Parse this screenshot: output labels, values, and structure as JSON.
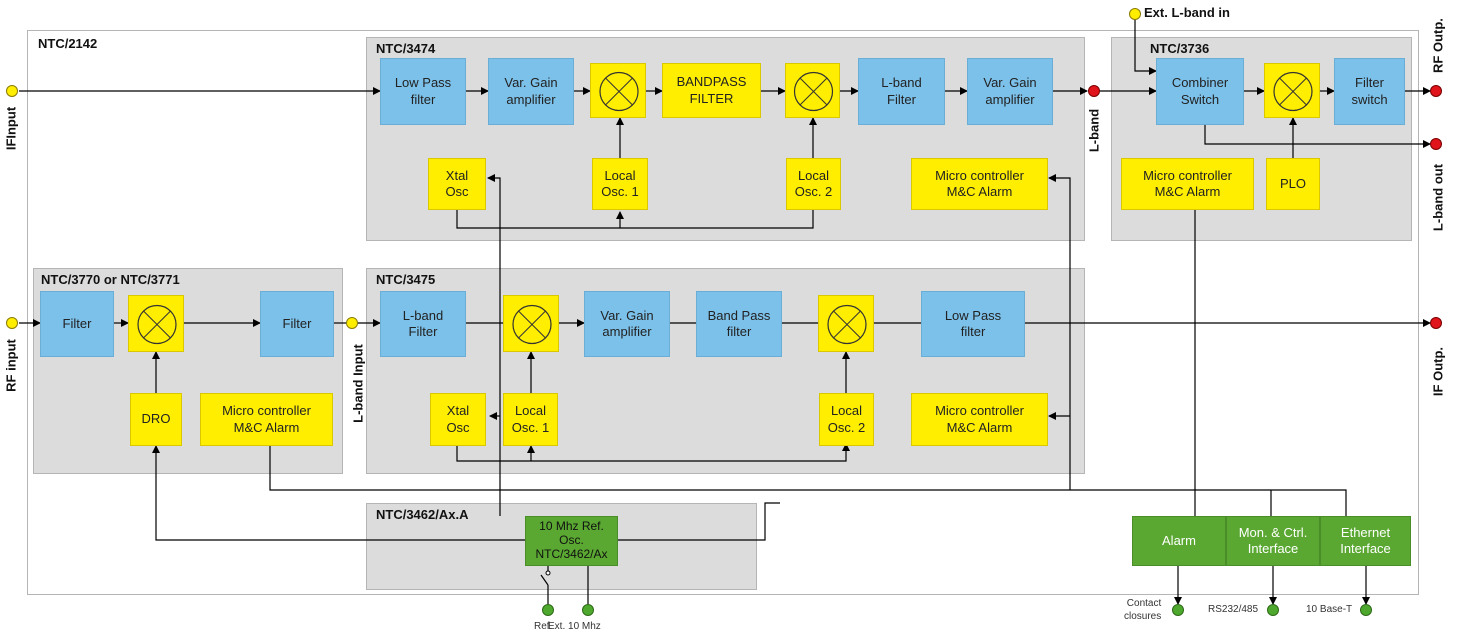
{
  "panels": {
    "ntc2142": "NTC/2142",
    "ntc3474": "NTC/3474",
    "ntc3736": "NTC/3736",
    "ntc3770": "NTC/3770 or NTC/3771",
    "ntc3475": "NTC/3475",
    "ntc3462": "NTC/3462/Ax.A"
  },
  "ntc3474_blocks": {
    "low_pass": "Low Pass\nfilter",
    "var_gain_1": "Var. Gain\namplifier",
    "bandpass": "BANDPASS\nFILTER",
    "lband_filter": "L-band\nFilter",
    "var_gain_2": "Var. Gain\namplifier",
    "xtal": "Xtal\nOsc",
    "lo1": "Local\nOsc. 1",
    "lo2": "Local\nOsc. 2",
    "micro": "Micro controller\nM&C Alarm"
  },
  "ntc3736_blocks": {
    "combiner": "Combiner\nSwitch",
    "filter_switch": "Filter\nswitch",
    "micro": "Micro controller\nM&C Alarm",
    "plo": "PLO"
  },
  "ntc3770_blocks": {
    "filter_1": "Filter",
    "filter_2": "Filter",
    "dro": "DRO",
    "micro": "Micro controller\nM&C Alarm"
  },
  "ntc3475_blocks": {
    "lband_filter": "L-band\nFilter",
    "var_gain": "Var. Gain\namplifier",
    "band_pass": "Band Pass\nfilter",
    "low_pass": "Low Pass\nfilter",
    "xtal": "Xtal\nOsc",
    "lo1": "Local\nOsc. 1",
    "lo2": "Local\nOsc. 2",
    "micro": "Micro controller\nM&C Alarm"
  },
  "ntc3462_blocks": {
    "ref_osc": "10 Mhz Ref.\nOsc.\nNTC/3462/Ax"
  },
  "interface_blocks": {
    "alarm": "Alarm",
    "mon_ctrl": "Mon. & Ctrl.\nInterface",
    "ethernet": "Ethernet\nInterface"
  },
  "port_labels": {
    "if_input": "IFInput",
    "rf_input": "RF input",
    "lband_input": "L-band Input",
    "lband": "L-band",
    "ext_lband_in": "Ext. L-band in",
    "rf_outp": "RF Outp.",
    "lband_out": "L-band out",
    "if_outp": "IF Outp.",
    "ref": "Ref.",
    "ext_10mhz": "Ext. 10 Mhz",
    "contact_closures": "Contact\nclosures",
    "rs232": "RS232/485",
    "base_t": "10 Base-T"
  },
  "colors": {
    "panel": "#dcdcdc",
    "rf_block": "#7cc1ea",
    "control_block": "#ffee00",
    "interface_block": "#5aa832",
    "output_port": "#e0141b",
    "input_port": "#ffee00",
    "external_port": "#4fa82e"
  }
}
